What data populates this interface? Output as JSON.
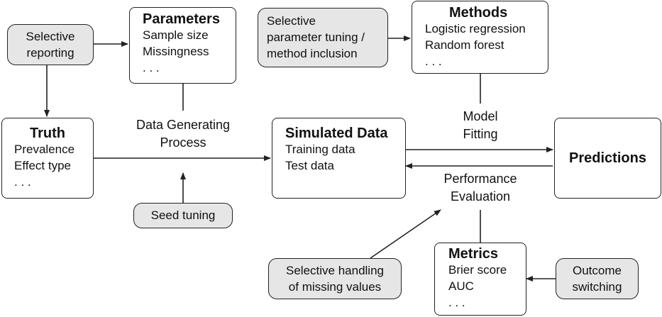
{
  "boxes": {
    "parameters": {
      "title": "Parameters",
      "items": [
        "Sample size",
        "Missingness",
        ". . ."
      ]
    },
    "methods": {
      "title": "Methods",
      "items": [
        "Logistic regression",
        "Random forest",
        ". . ."
      ]
    },
    "truth": {
      "title": "Truth",
      "items": [
        "Prevalence",
        "Effect type",
        ". . ."
      ]
    },
    "simulated": {
      "title": "Simulated Data",
      "items": [
        "Training data",
        "Test data"
      ]
    },
    "predictions": {
      "title": "Predictions"
    },
    "metrics": {
      "title": "Metrics",
      "items": [
        "Brier score",
        "AUC",
        ". . ."
      ]
    }
  },
  "biases": {
    "selective_reporting": [
      "Selective",
      "reporting"
    ],
    "selective_tuning": [
      "Selective",
      "parameter tuning /",
      "method inclusion"
    ],
    "seed_tuning": [
      "Seed tuning"
    ],
    "selective_missing": [
      "Selective handling",
      "of missing values"
    ],
    "outcome_switching": [
      "Outcome",
      "switching"
    ]
  },
  "labels": {
    "dgp": [
      "Data Generating",
      "Process"
    ],
    "model_fitting": [
      "Model",
      "Fitting"
    ],
    "performance": [
      "Performance",
      "Evaluation"
    ]
  },
  "colors": {
    "bias_fill": "#e6e6e6",
    "stroke": "#222222"
  }
}
